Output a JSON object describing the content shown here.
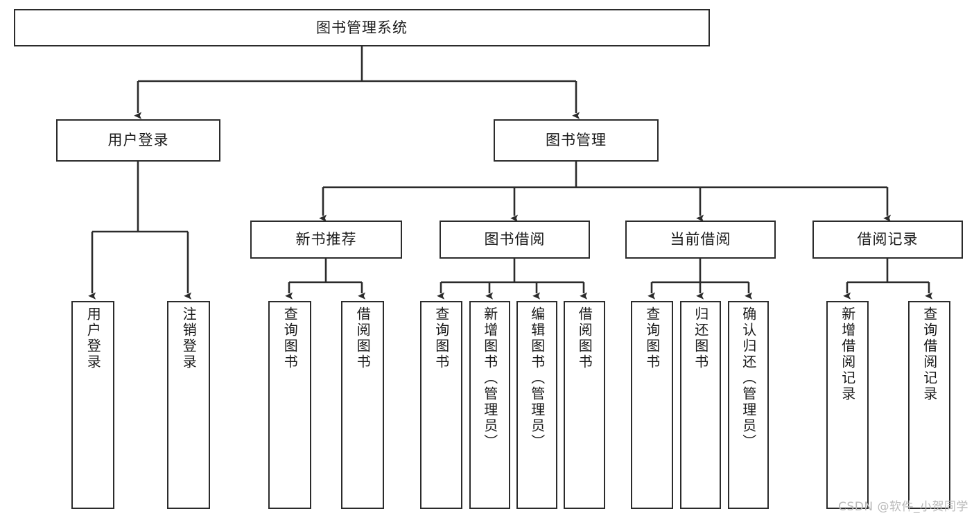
{
  "diagram": {
    "type": "tree-hierarchy-chart",
    "title": "图书管理系统",
    "colors": {
      "box_border": "#2b2b2b",
      "box_fill": "#ffffff",
      "edge": "#2b2b2b",
      "text": "#1a1a1a",
      "watermark": "#b9b9b9",
      "background": "#ffffff"
    },
    "root": {
      "label": "图书管理系统"
    },
    "level2": [
      {
        "label": "用户登录"
      },
      {
        "label": "图书管理"
      }
    ],
    "level3": [
      {
        "label": "新书推荐"
      },
      {
        "label": "图书借阅"
      },
      {
        "label": "当前借阅"
      },
      {
        "label": "借阅记录"
      }
    ],
    "leaves": {
      "user_login": [
        {
          "label": "用户登录"
        },
        {
          "label": "注销登录"
        }
      ],
      "new_book_recommend": [
        {
          "label": "查询图书"
        },
        {
          "label": "借阅图书"
        }
      ],
      "book_borrow": [
        {
          "label": "查询图书"
        },
        {
          "label": "新增图书（管理员）"
        },
        {
          "label": "编辑图书（管理员）"
        },
        {
          "label": "借阅图书"
        }
      ],
      "current_borrow": [
        {
          "label": "查询图书"
        },
        {
          "label": "归还图书"
        },
        {
          "label": "确认归还（管理员）"
        }
      ],
      "borrow_record": [
        {
          "label": "新增借阅记录"
        },
        {
          "label": "查询借阅记录"
        }
      ]
    },
    "watermark": "CSDN @软件_小贺同学"
  }
}
